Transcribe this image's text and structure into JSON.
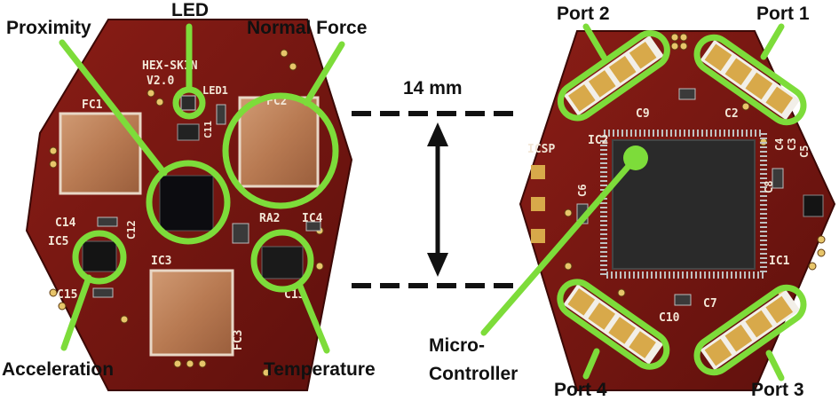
{
  "labels": {
    "led": "LED",
    "proximity": "Proximity",
    "normal_force": "Normal Force",
    "acceleration": "Acceleration",
    "temperature": "Temperature",
    "dimension": "14 mm",
    "micro_controller_line1": "Micro-",
    "micro_controller_line2": "Controller",
    "port1": "Port 1",
    "port2": "Port 2",
    "port3": "Port 3",
    "port4": "Port 4"
  },
  "silkscreen": {
    "hexoskin": "HEX-SKIN",
    "version": "V2.0",
    "led1": "LED1",
    "fc1": "FC1",
    "fc2": "FC2",
    "fc3": "FC3",
    "c14": "C14",
    "c15": "C15",
    "ic5": "IC5",
    "ic3": "IC3",
    "ic4": "IC4",
    "ra2": "RA2",
    "c13": "C13",
    "c12": "C12",
    "c11": "C11",
    "icsp": "ICSP",
    "c9": "C9",
    "c2": "C2",
    "ic2": "IC2",
    "c7": "C7",
    "c10": "C10",
    "c8": "C8",
    "c6": "C6",
    "ic1": "IC1",
    "c4": "C4",
    "c3": "C3",
    "c5": "C5"
  },
  "colors": {
    "board_red": "#7a1712",
    "highlight_green": "#7ddc3a",
    "copper": "#b87a52",
    "gold": "#d8a94a"
  }
}
